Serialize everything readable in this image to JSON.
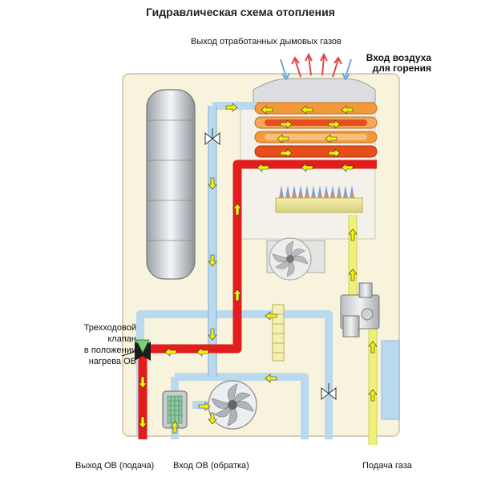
{
  "title": "Гидравлическая схема отопления",
  "labels": {
    "flue_gas_outlet": "Выход отработанных дымовых газов",
    "combustion_air_line1": "Вход воздуха",
    "combustion_air_line2": "для горения",
    "valve_line1": "Трехходовой",
    "valve_line2": "клапан",
    "valve_line3": "в положении",
    "valve_line4": "нагрева ОВ",
    "heating_outlet": "Выход ОВ (подача)",
    "heating_inlet": "Вход ОВ (обратка)",
    "gas_supply": "Подача газа"
  },
  "colors": {
    "housing": "#f7f3dc",
    "housing_stroke": "#d6d0b0",
    "supply_pipe": "#e11d1d",
    "return_pipe": "#b9d9ef",
    "gas_pipe": "#eef07a",
    "heat_exchanger_outer": "#f29a3a",
    "heat_exchanger_inner": "#e84e1c",
    "flow_arrow": "#f5f500",
    "flue_arrow": "#e04848",
    "air_arrow": "#6aa8d8"
  }
}
